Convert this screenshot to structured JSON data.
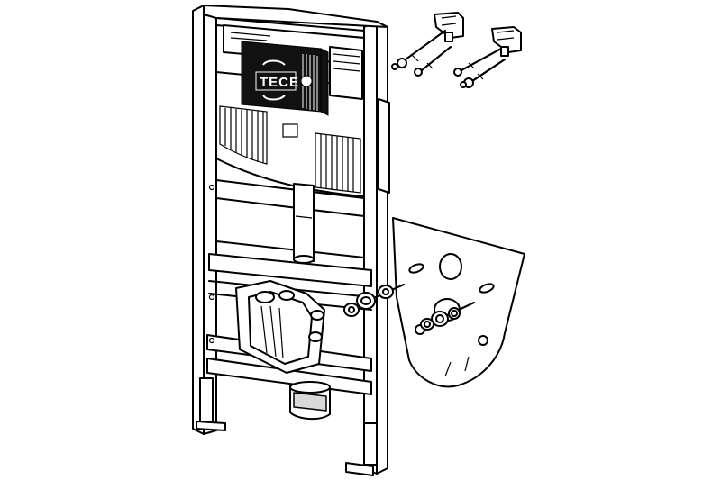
{
  "figure": {
    "logo_text": "TECE",
    "cistern_label": "",
    "components": [
      {
        "name": "installation-frame",
        "label": ""
      },
      {
        "name": "cistern",
        "label": ""
      },
      {
        "name": "wall-brackets",
        "label": ""
      },
      {
        "name": "sound-insulation-mat",
        "label": ""
      },
      {
        "name": "mounting-bolts",
        "label": ""
      }
    ]
  }
}
